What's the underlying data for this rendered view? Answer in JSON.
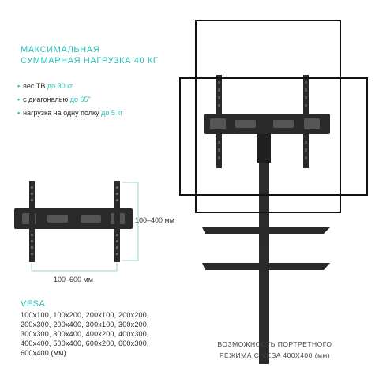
{
  "headline": {
    "line1": "МАКСИМАЛЬНАЯ",
    "line2": "СУММАРНАЯ НАГРУЗКА 40 кг"
  },
  "specs": [
    {
      "prefix": "вес ТВ ",
      "highlight": "до 30 кг"
    },
    {
      "prefix": "с диагональю ",
      "highlight": "до 65\""
    },
    {
      "prefix": "нагрузка на одну полку ",
      "highlight": "до 5 кг"
    }
  ],
  "dimensions": {
    "height_label": "100–400 мм",
    "width_label": "100–600 мм"
  },
  "vesa": {
    "title": "VESA",
    "list": "100х100, 100х200, 200х100, 200х200, 200х300, 200х400, 300х100, 300х200, 300х300, 300х400, 400х200, 400х300, 400х400, 500х400, 600х200, 600х300, 600х400 (мм)"
  },
  "portrait_caption": {
    "line1": "ВОЗМОЖНОСТЬ ПОРТРЕТНОГО",
    "line2": "РЕЖИМА С VESA 400X400 (мм)"
  },
  "colors": {
    "accent": "#2cbfb9",
    "text": "#2b2b2b",
    "metal": "#2a2a2a",
    "dim_line": "#9ed6d2"
  },
  "icons": [
    "bullet-dot-icon"
  ]
}
